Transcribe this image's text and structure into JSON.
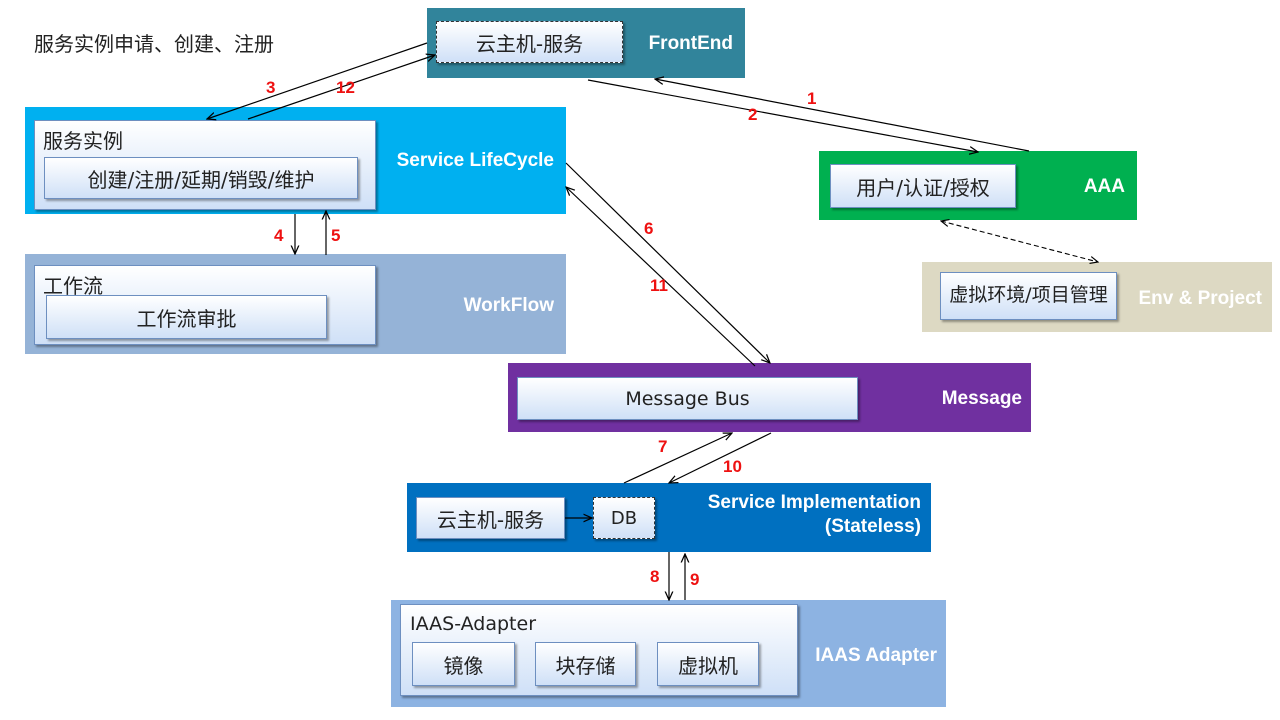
{
  "title": "服务实例申请、创建、注册",
  "frontend": {
    "label": "FrontEnd",
    "box": "云主机-服务",
    "color": "#31849b"
  },
  "lifecycle": {
    "label": "Service LifeCycle",
    "outer": "服务实例",
    "inner": "创建/注册/延期/销毁/维护",
    "color": "#00b0f0"
  },
  "workflow": {
    "label": "WorkFlow",
    "outer": "工作流",
    "inner": "工作流审批",
    "color": "#95b3d7"
  },
  "aaa": {
    "label": "AAA",
    "box": "用户/认证/授权",
    "color": "#00b050"
  },
  "env": {
    "label": "Env & Project",
    "box": "虚拟环境/项目管理",
    "color": "#ddd9c3"
  },
  "message": {
    "label": "Message",
    "box": "Message Bus",
    "color": "#7030a0"
  },
  "impl": {
    "label_line1": "Service Implementation",
    "label_line2": "(Stateless)",
    "service": "云主机-服务",
    "db": "DB",
    "color": "#0070c0"
  },
  "iaas": {
    "label": "IAAS Adapter",
    "outer": "IAAS-Adapter",
    "items": [
      "镜像",
      "块存储",
      "虚拟机"
    ],
    "color": "#8db3e2"
  },
  "steps": [
    "1",
    "2",
    "3",
    "4",
    "5",
    "6",
    "7",
    "8",
    "9",
    "10",
    "11",
    "12"
  ],
  "accent_color": "#ee1111"
}
